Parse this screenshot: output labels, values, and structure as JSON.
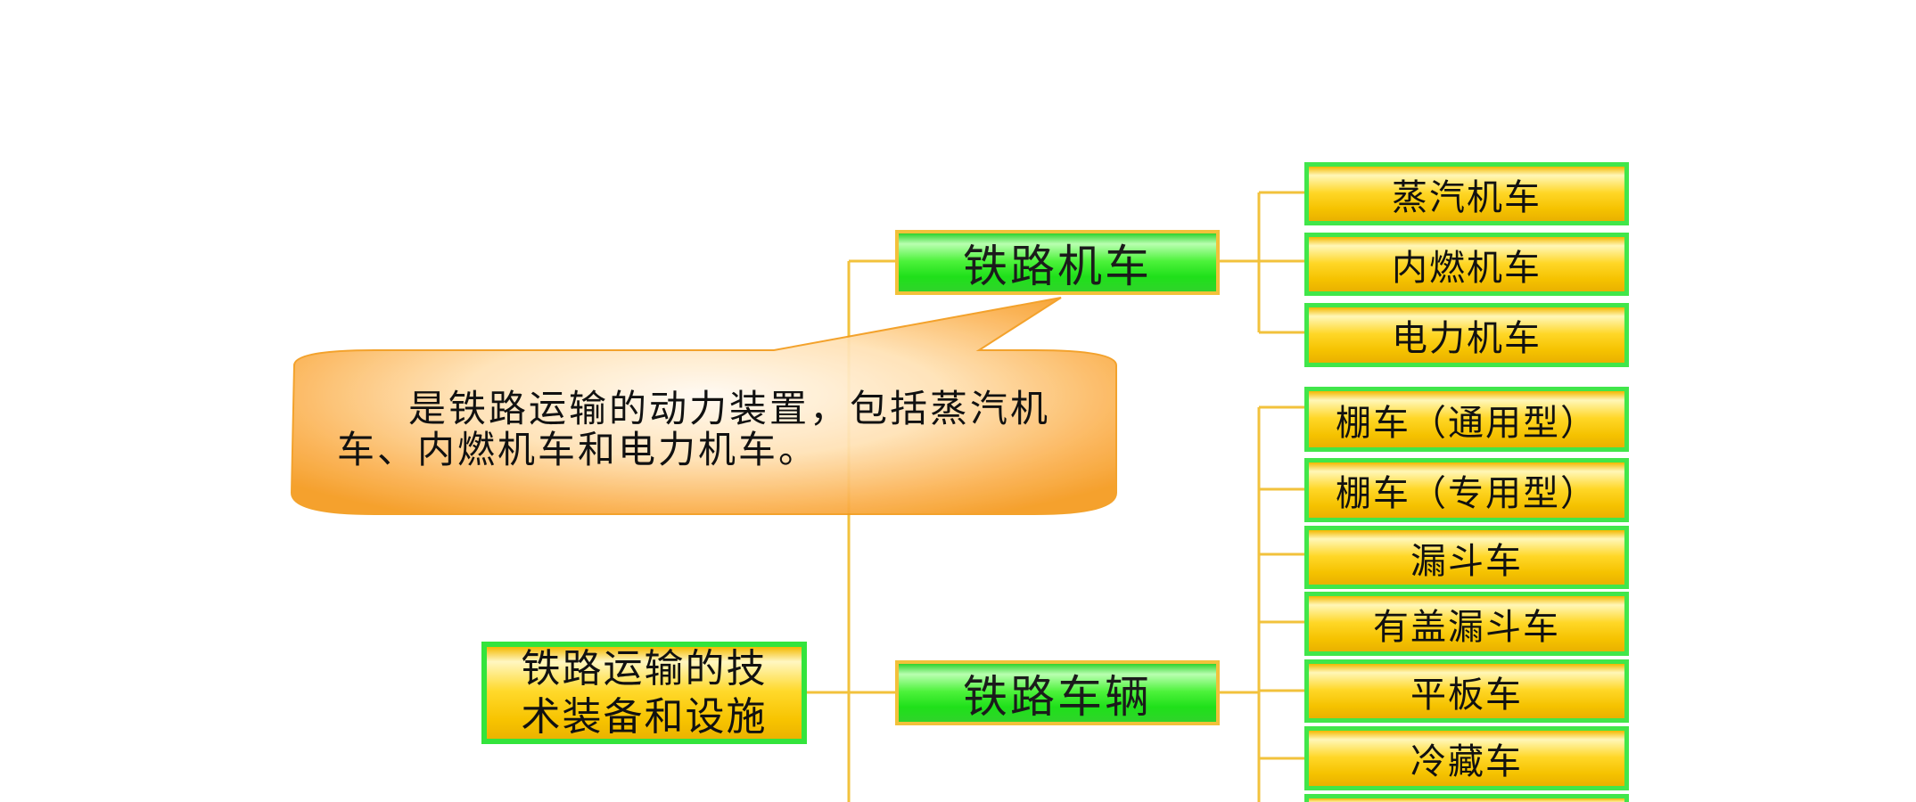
{
  "colors": {
    "connector": "#f2c23c",
    "level1_fill": "#2fe02a",
    "level1_border": "#f2c13a",
    "leaf_fill": "#ffd727",
    "leaf_border": "#41e64a",
    "callout_fill": "#f8a32e"
  },
  "root": {
    "label_line1": "铁路运输的技",
    "label_line2": "术装备和设施"
  },
  "level1": {
    "locomotive": "铁路机车",
    "vehicle": "铁路车辆"
  },
  "locomotive_types": [
    "蒸汽机车",
    "内燃机车",
    "电力机车"
  ],
  "vehicle_types": [
    "棚车（通用型）",
    "棚车（专用型）",
    "漏斗车",
    "有盖漏斗车",
    "平板车",
    "冷藏车"
  ],
  "callout": {
    "text": "是铁路运输的动力装置，包括蒸汽机车、内燃机车和电力机车。"
  }
}
